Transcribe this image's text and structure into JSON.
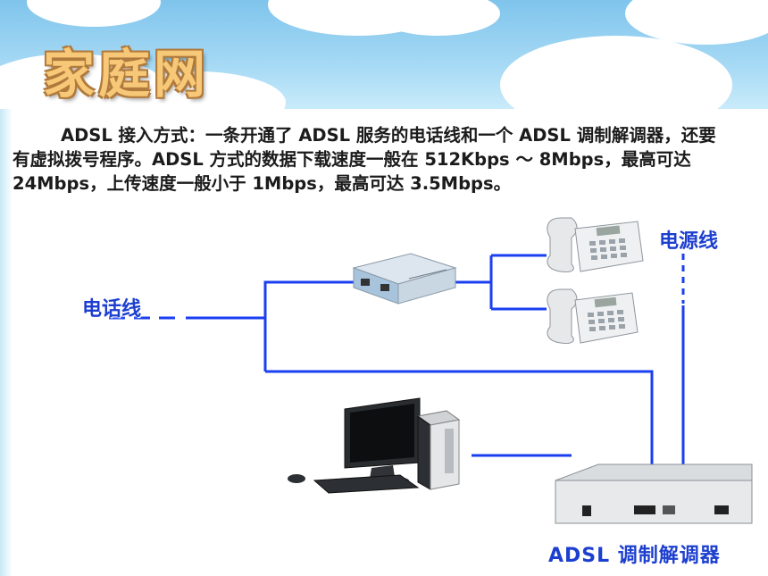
{
  "slide": {
    "title": "家庭网",
    "description": "ADSL 接入方式：一条开通了 ADSL 服务的电话线和一个 ADSL 调制解调器，还要有虚拟拨号程序。ADSL 方式的数据下载速度一般在 512Kbps ～ 8Mbps，最高可达 24Mbps，上传速度一般小于 1Mbps，最高可达 3.5Mbps。"
  },
  "diagram": {
    "phone_line_label": "电话线",
    "power_line_label": "电源线",
    "modem_label": "ADSL 调制解调器",
    "line_color": "#1a3ff0",
    "title_color": "#f6c878"
  }
}
